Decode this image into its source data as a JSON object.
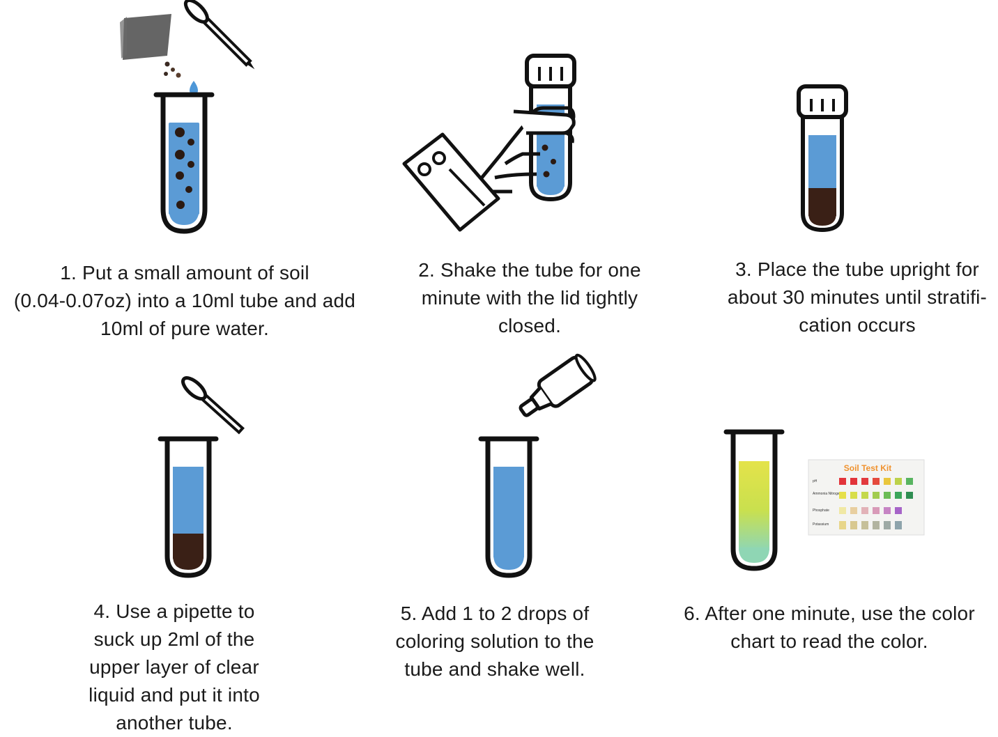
{
  "steps": [
    {
      "caption_lines": [
        "1. Put a small amount of soil",
        "(0.04-0.07oz) into a 10ml tube and add",
        "10ml of pure water."
      ]
    },
    {
      "caption_lines": [
        "2. Shake the tube for one",
        "minute with the lid tightly",
        "closed."
      ]
    },
    {
      "caption_lines": [
        "3. Place the tube upright for",
        "about 30 minutes until stratifi-",
        "cation occurs"
      ]
    },
    {
      "caption_lines": [
        "4. Use a pipette to",
        "suck up 2ml of the",
        "upper layer of clear",
        "liquid and put it into",
        "another tube."
      ]
    },
    {
      "caption_lines": [
        "5. Add 1 to 2 drops of",
        "coloring solution to the",
        "tube and shake well."
      ]
    },
    {
      "caption_lines": [
        "6. After one minute, use the color",
        "chart to read the color."
      ]
    }
  ],
  "color_card": {
    "title": "Soil Test Kit",
    "row_labels": [
      "pH",
      "Ammonia Nitrogen",
      "Phosphate",
      "Potassium"
    ]
  },
  "colors": {
    "water_blue": "#5b9bd5",
    "soil_brown": "#3a2016",
    "outline": "#111111",
    "result_yellow": "#e4e34a",
    "result_green": "#8fd6b4"
  }
}
